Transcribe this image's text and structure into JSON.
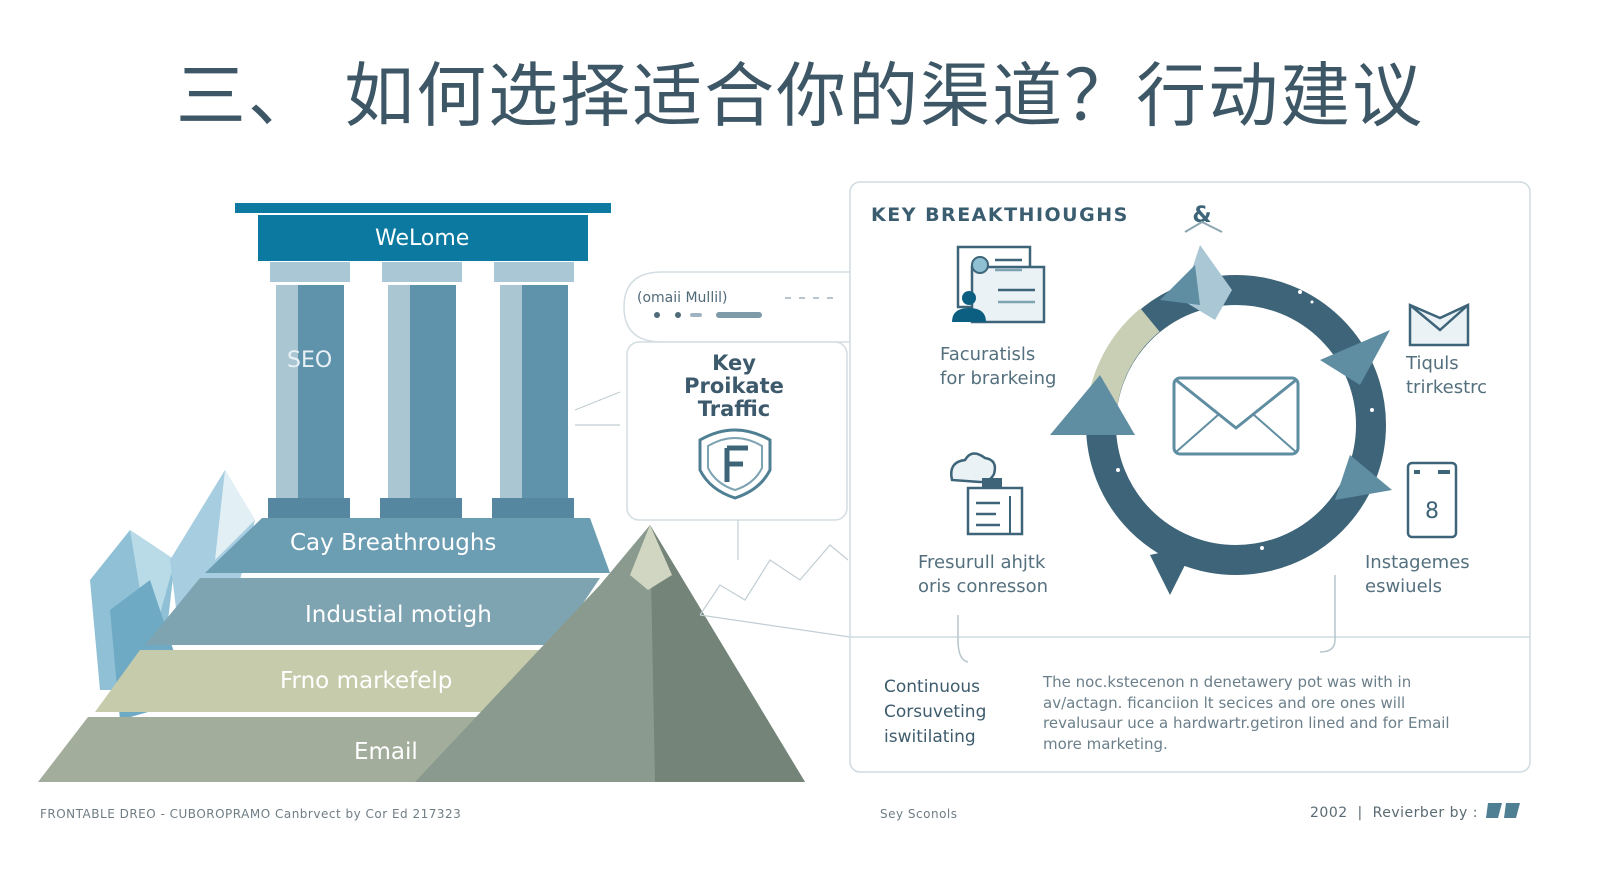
{
  "title": "三、 如何选择适合你的渠道？行动建议",
  "pyramid": {
    "temple_header": "WeLome",
    "pillar_label": "SEO",
    "layers": [
      "Cay Breathroughs",
      "Industial motigh",
      "Frno markefelp",
      "Email"
    ]
  },
  "callout": {
    "header": "(omaii Mullil)",
    "lines": [
      "Key",
      "Proikate",
      "Traffic"
    ],
    "badge_icon": "shield-f-icon"
  },
  "breakthroughs": {
    "title": "KEY BREAKTHIOUGHS",
    "title_icon": "ampersand-icon",
    "items": [
      {
        "lines": [
          "Facuratisls",
          "for brarkeing"
        ],
        "icon": "person-at-board-icon"
      },
      {
        "lines": [
          "Tiquls",
          "trirkestrc"
        ],
        "icon": "envelope-icon"
      },
      {
        "lines": [
          "Fresurull ahjtk",
          "oris conresson"
        ],
        "icon": "cloud-document-icon"
      },
      {
        "lines": [
          "Instagemes",
          "eswiuels"
        ],
        "icon": "phone-icon"
      }
    ],
    "center_icon": "envelope-icon",
    "bottom": {
      "lines": [
        "Continuous",
        "Corsuveting",
        "iswitilating"
      ],
      "description": "The noc.kstecenon n denetawery pot was with in av/actagn. ficanciion lt secices and ore ones will revalusaur uce a hardwartr.getiron lined and for Email more marketing."
    }
  },
  "footer": {
    "left": "FRONTABLE DREO - CUBOROPRAMO Canbrvect by Cor Ed 217323",
    "center": "Sey Sconols",
    "right": "2002  |  Revierber by :",
    "logo_icon": "quote-logo-icon"
  },
  "colors": {
    "teal_dark": "#0c7aa0",
    "pillar": "#5f93ac",
    "layer_1": "#6b9db3",
    "layer_2": "#7fa4b1",
    "layer_3": "#c6ccab",
    "layer_4": "#a3ad9c",
    "mountain": "#8a9a8e",
    "ring": "#3d6478"
  }
}
